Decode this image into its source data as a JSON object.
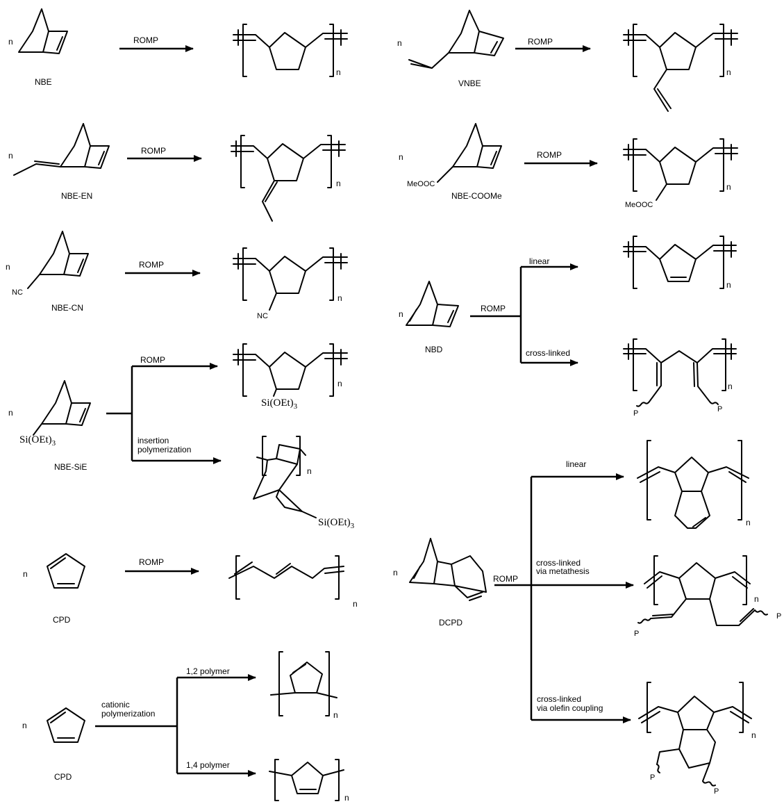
{
  "labels": {
    "NBE": "NBE",
    "VNBE": "VNBE",
    "NBE-EN": "NBE-EN",
    "NBE-COOMe": "NBE-COOMe",
    "NBE-CN": "NBE-CN",
    "NBD": "NBD",
    "NBE-SiE": "NBE-SiE",
    "CPD": "CPD",
    "DCPD": "DCPD"
  },
  "reactions": {
    "romp": "ROMP",
    "linear": "linear",
    "cross_linked": "cross-linked",
    "insertion": [
      "insertion",
      "polymerization"
    ],
    "cationic": [
      "cationic",
      "polymerization"
    ],
    "p12": "1,2 polymer",
    "p14": "1,4 polymer",
    "cl_metathesis": [
      "cross-linked",
      "via metathesis"
    ],
    "cl_olefin": [
      "cross-linked",
      "via olefin coupling"
    ]
  },
  "groups": {
    "n": "n",
    "P": "P",
    "MeOOC": "MeOOC",
    "NC": "NC",
    "SiOEt": "Si(OEt)",
    "sub3": "3"
  }
}
